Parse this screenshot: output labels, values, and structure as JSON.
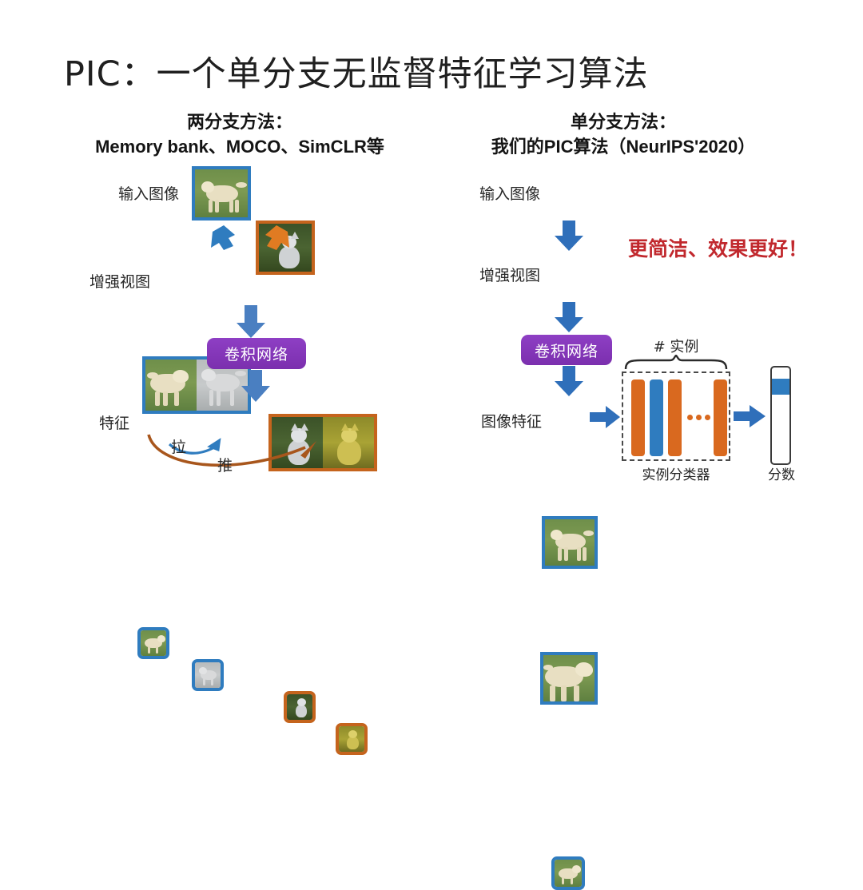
{
  "slide": {
    "title": "PIC：一个单分支无监督特征学习算法",
    "background_color": "#ffffff"
  },
  "columns": {
    "left": {
      "heading_line1": "两分支方法：",
      "heading_line2": "Memory bank、MOCO、SimCLR等",
      "labels": {
        "input": "输入图像",
        "augmented": "增强视图",
        "feature": "特征"
      },
      "network_box": "卷积网络",
      "relations": {
        "pull": "拉",
        "push": "推"
      }
    },
    "right": {
      "heading_line1": "单分支方法：",
      "heading_line2": "我们的PIC算法（NeurIPS'2020）",
      "labels": {
        "input": "输入图像",
        "augmented": "增强视图",
        "image_feature": "图像特征"
      },
      "network_box": "卷积网络",
      "classifier": {
        "count_label": "# 实例",
        "caption": "实例分类器",
        "score_label": "分数",
        "ellipsis": "•••"
      }
    }
  },
  "emphasis": {
    "text": "更简洁、效果更好！",
    "color": "#c1282d"
  },
  "colors": {
    "blue": "#2f7cbf",
    "orange": "#c5641d",
    "bar_orange": "#d9691f",
    "purple": "#7b2fae",
    "pull_arrow": "#2f7cbf",
    "push_arrow": "#a8561c",
    "text": "#262626"
  }
}
